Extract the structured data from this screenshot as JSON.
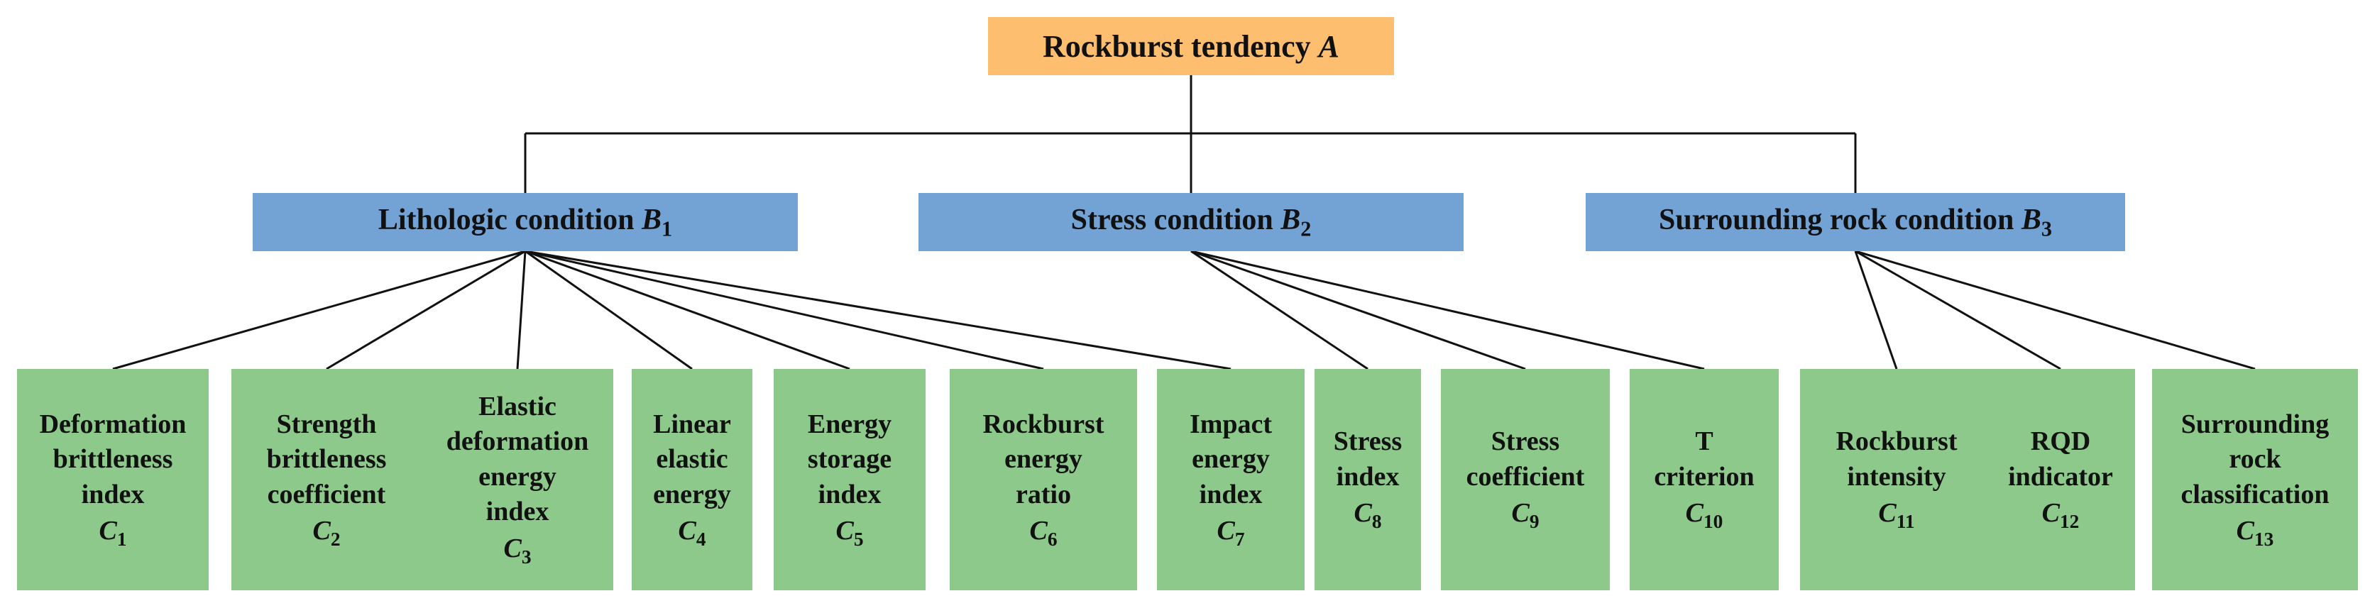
{
  "colors": {
    "goal_fill": "#FDBF6F",
    "criterion_fill": "#73A3D5",
    "indicator_fill": "#8DC98A",
    "line": "#111111"
  },
  "goal": {
    "label": "Rockburst tendency ",
    "sym": "A"
  },
  "criteria": [
    {
      "label": "Lithologic condition ",
      "sym": "B",
      "sub": "1"
    },
    {
      "label": "Stress condition ",
      "sym": "B",
      "sub": "2"
    },
    {
      "label": "Surrounding rock condition ",
      "sym": "B",
      "sub": "3"
    }
  ],
  "indicators": [
    {
      "lines": [
        "Deformation",
        "brittleness",
        "index"
      ],
      "sym": "C",
      "sub": "1",
      "parent": 0
    },
    {
      "lines": [
        "Strength",
        "brittleness",
        "coefficient"
      ],
      "sym": "C",
      "sub": "2",
      "parent": 0
    },
    {
      "lines": [
        "Elastic",
        "deformation",
        "energy",
        "index"
      ],
      "sym": "C",
      "sub": "3",
      "parent": 0
    },
    {
      "lines": [
        "Linear",
        "elastic",
        "energy"
      ],
      "sym": "C",
      "sub": "4",
      "parent": 0
    },
    {
      "lines": [
        "Energy",
        "storage",
        "index"
      ],
      "sym": "C",
      "sub": "5",
      "parent": 0
    },
    {
      "lines": [
        "Rockburst",
        "energy",
        "ratio"
      ],
      "sym": "C",
      "sub": "6",
      "parent": 0
    },
    {
      "lines": [
        "Impact",
        "energy",
        "index"
      ],
      "sym": "C",
      "sub": "7",
      "parent": 0
    },
    {
      "lines": [
        "Stress",
        "index"
      ],
      "sym": "C",
      "sub": "8",
      "parent": 1
    },
    {
      "lines": [
        "Stress",
        "coefficient"
      ],
      "sym": "C",
      "sub": "9",
      "parent": 1
    },
    {
      "lines": [
        "T",
        "criterion"
      ],
      "sym": "C",
      "sub": "10",
      "parent": 1
    },
    {
      "lines": [
        "Rockburst",
        "intensity"
      ],
      "sym": "C",
      "sub": "11",
      "parent": 2
    },
    {
      "lines": [
        "RQD",
        "indicator"
      ],
      "sym": "C",
      "sub": "12",
      "parent": 2
    },
    {
      "lines": [
        "Surrounding",
        "rock",
        "classification"
      ],
      "sym": "C",
      "sub": "13",
      "parent": 2
    }
  ]
}
